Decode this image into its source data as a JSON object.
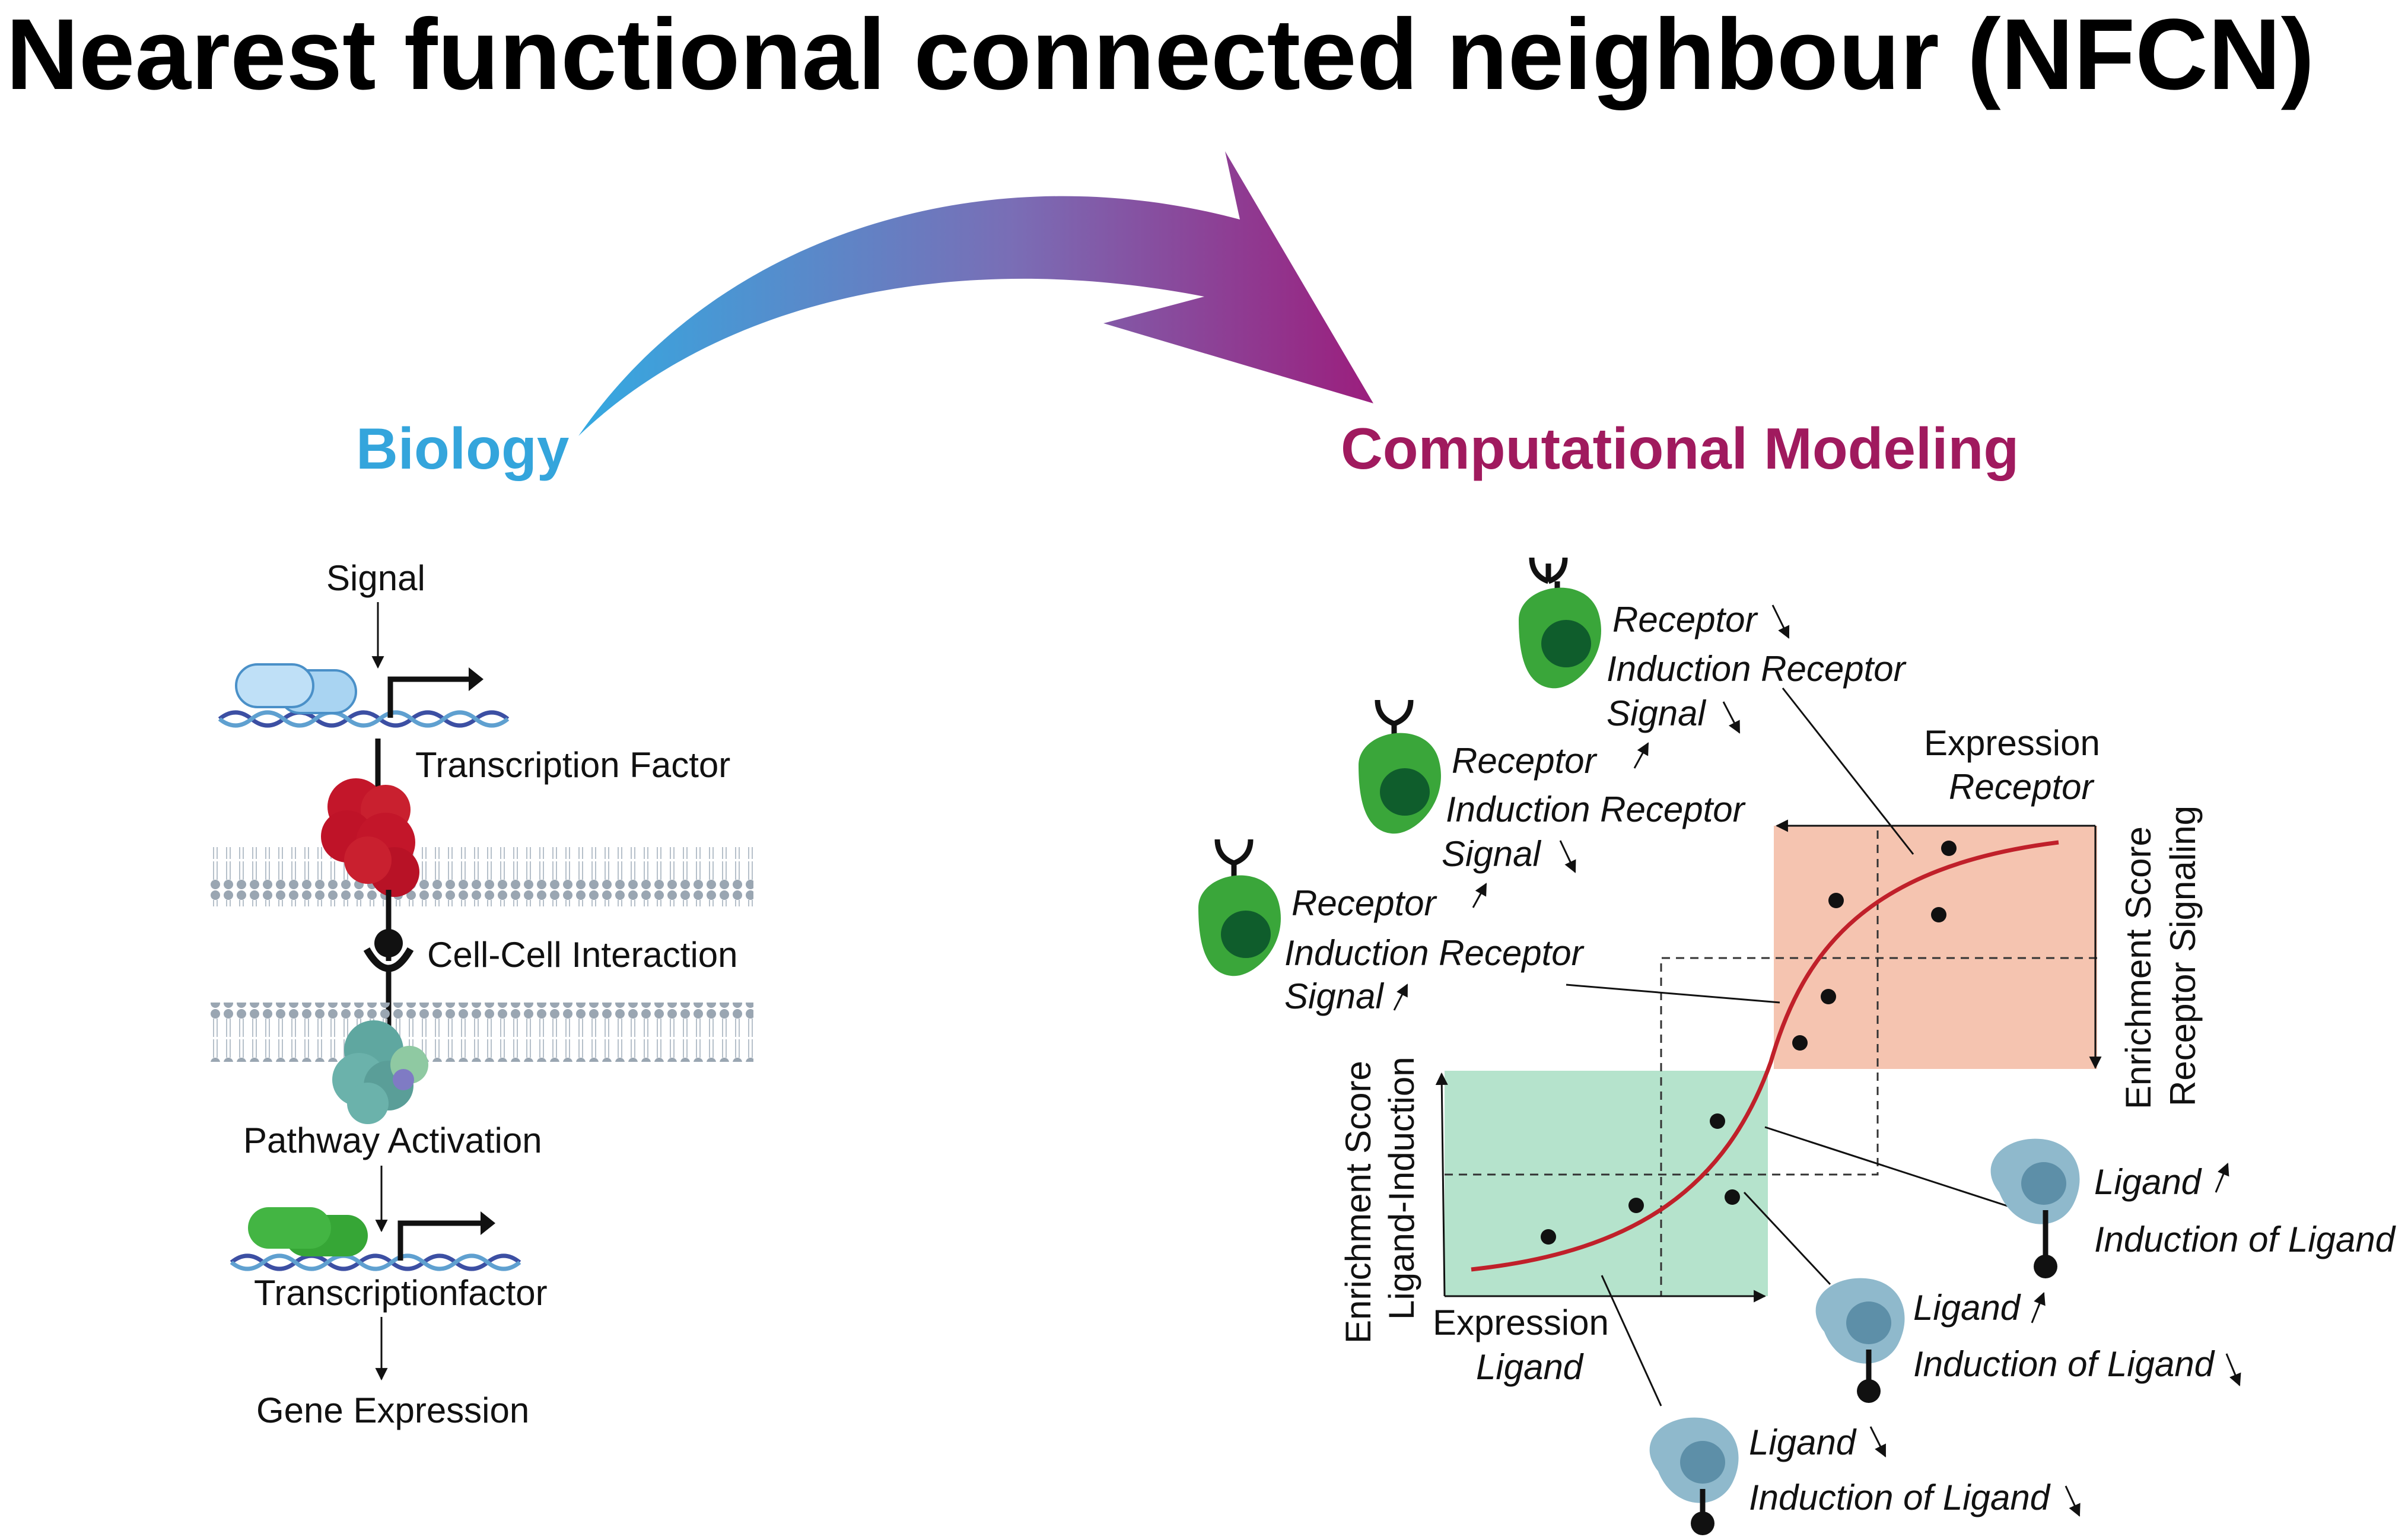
{
  "title": "Nearest functional connected neighbour (NFCN)",
  "headings": {
    "biology": "Biology",
    "computational": "Computational Modeling"
  },
  "colors": {
    "biology": "#34a5dc",
    "computational": "#a01a5e",
    "receptor_box": "#f5c4b0",
    "ligand_box": "#b5e3cc",
    "curve": "#c0202a",
    "receptor_cell": "#3aa63a",
    "ligand_cell": "#8fb9cc"
  },
  "biology_labels": {
    "signal": "Signal",
    "transcription_factor": "Transcription Factor",
    "cell_cell": "Cell-Cell Interaction",
    "pathway": "Pathway Activation",
    "transcriptionfactor": "Transcriptionfactor",
    "gene_expression": "Gene Expression"
  },
  "axes": {
    "receptor_expression_1": "Expression",
    "receptor_expression_2": "Receptor",
    "receptor_score_1": "Enrichment Score",
    "receptor_score_2": "Receptor Signaling",
    "ligand_score_1": "Enrichment Score",
    "ligand_score_2": "Ligand-Induction",
    "ligand_expression_1": "Expression",
    "ligand_expression_2": "Ligand"
  },
  "receptor_cells": [
    {
      "l1": "Receptor",
      "l2": "Induction Receptor",
      "l3": "Signal"
    },
    {
      "l1": "Receptor",
      "l2": "Induction Receptor",
      "l3": "Signal"
    },
    {
      "l1": "Receptor",
      "l2": "Induction Receptor",
      "l3": "Signal"
    }
  ],
  "ligand_cells": [
    {
      "l1": "Ligand",
      "l2": "Induction of Ligand"
    },
    {
      "l1": "Ligand",
      "l2": "Induction of Ligand"
    },
    {
      "l1": "Ligand",
      "l2": "Induction of Ligand"
    }
  ],
  "icons": [
    "curved-arrow-icon",
    "dna-icon",
    "membrane-icon",
    "receptor-protein-icon",
    "transcription-factor-icon"
  ]
}
